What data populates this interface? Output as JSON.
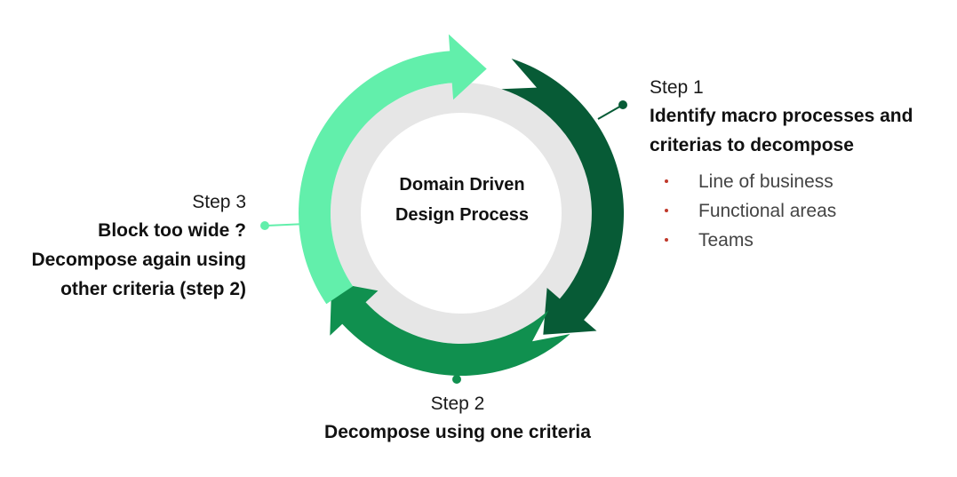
{
  "center": {
    "title_line1": "Domain Driven",
    "title_line2": "Design Process"
  },
  "steps": [
    {
      "label": "Step 1",
      "title_line1": "Identify macro processes and",
      "title_line2": "criterias to decompose",
      "bullets": [
        "Line of business",
        "Functional areas",
        "Teams"
      ]
    },
    {
      "label": "Step 2",
      "title_line1": "Decompose using one criteria"
    },
    {
      "label": "Step 3",
      "title_line1": "Block too wide ?",
      "title_line2": "Decompose again using",
      "title_line3": "other criteria (step 2)"
    }
  ],
  "colors": {
    "segment_step1": "#075b36",
    "segment_step2": "#10904f",
    "segment_step3": "#62efab",
    "inner_ring": "#e6e6e6",
    "bullet_dot": "#c0392b"
  }
}
